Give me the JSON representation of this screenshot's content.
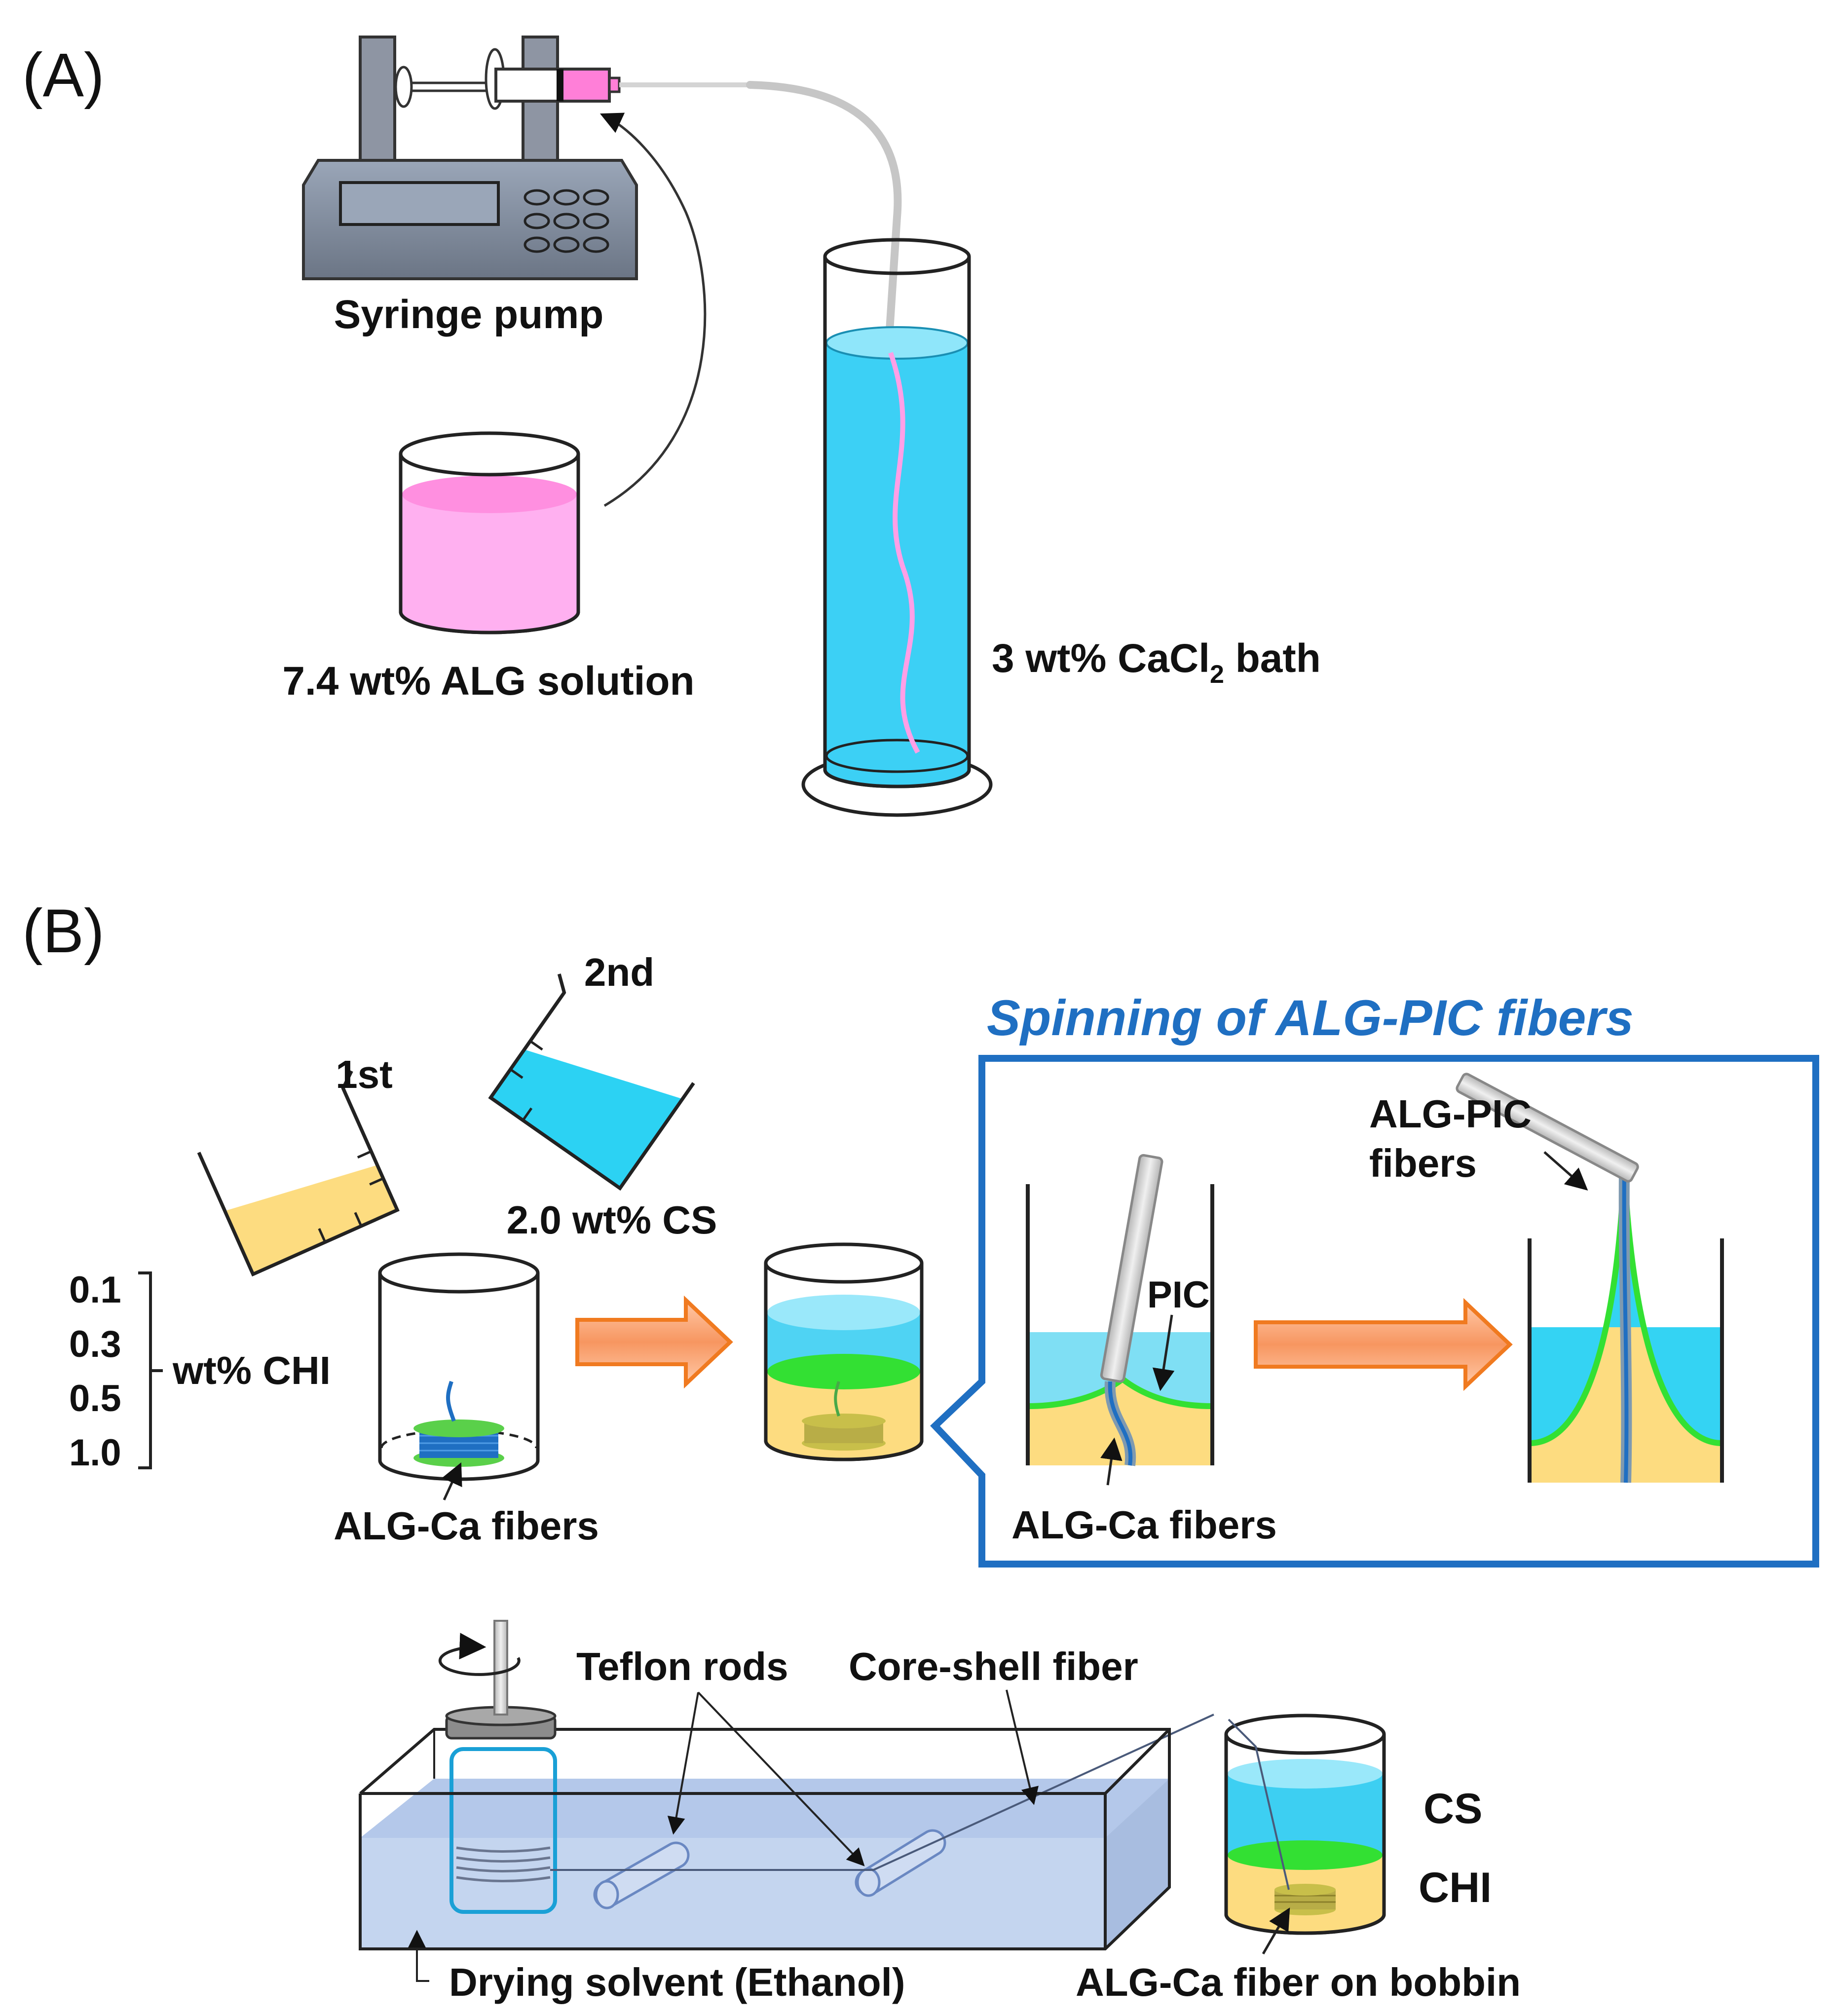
{
  "panel_a": {
    "label": "(A)",
    "syringe_pump": "Syringe pump",
    "alg_solution": "7.4 wt% ALG solution",
    "bath_pre": "3 wt% CaCl",
    "bath_sub": "2",
    "bath_post": " bath"
  },
  "panel_b": {
    "label": "(B)",
    "first": "1st",
    "second": "2nd",
    "cs_conc": "2.0 wt% CS",
    "chi_values": [
      "0.1",
      "0.3",
      "0.5",
      "1.0"
    ],
    "chi_label": "wt% CHI",
    "alg_ca_fibers": "ALG-Ca fibers",
    "inset_title": "Spinning of ALG-PIC fibers",
    "pic": "PIC",
    "inset_alg_ca": "ALG-Ca fibers",
    "alg_pic_fibers_1": "ALG-PIC",
    "alg_pic_fibers_2": "fibers"
  },
  "panel_c": {
    "teflon_rods": "Teflon rods",
    "core_shell": "Core-shell fiber",
    "cs": "CS",
    "chi": "CHI",
    "drying_solvent": "Drying solvent (Ethanol)",
    "bobbin": "ALG-Ca fiber on bobbin"
  },
  "colors": {
    "alg_pink": "#ff9fe6",
    "cacl2_blue": "#39ccf2",
    "chi_yellow": "#fddc80",
    "pic_green": "#33e033",
    "fiber_blue": "#1f6fc2",
    "arrow_orange": "#f08030",
    "ethanol_blue": "#b8cbea"
  }
}
